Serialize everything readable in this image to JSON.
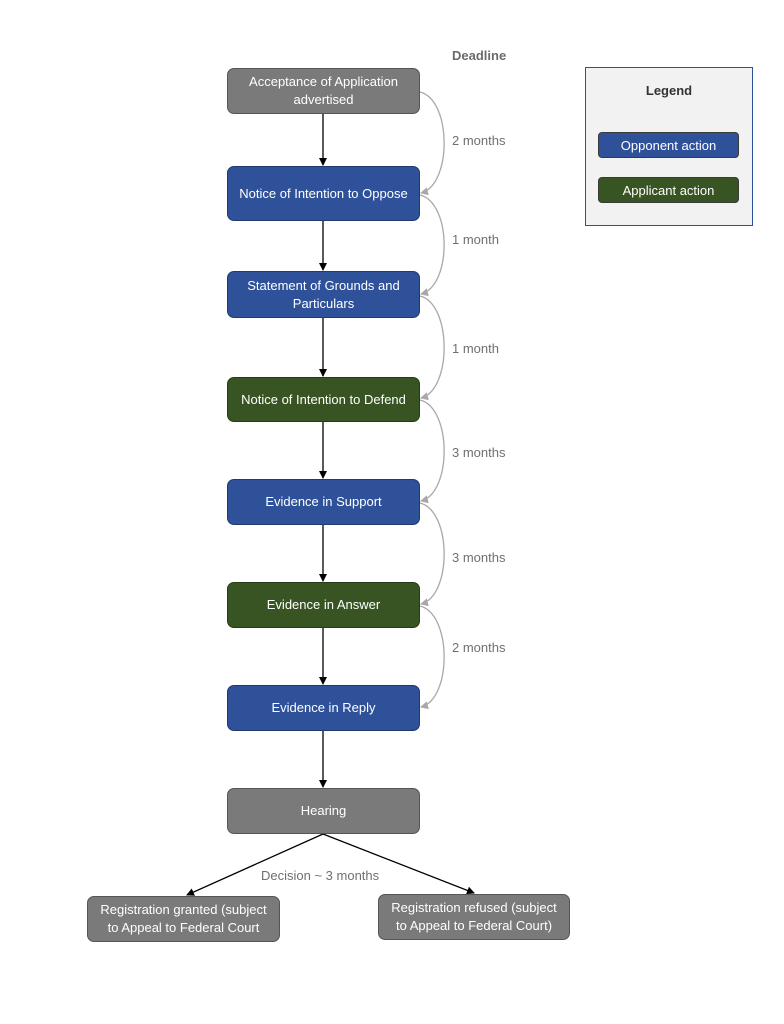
{
  "deadline_title": "Deadline",
  "nodes": [
    {
      "id": "acceptance",
      "label": "Acceptance of Application advertised"
    },
    {
      "id": "notice-intention-oppose",
      "label": "Notice of Intention to Oppose"
    },
    {
      "id": "statement-grounds",
      "label": "Statement of Grounds and Particulars"
    },
    {
      "id": "notice-intention-defend",
      "label": "Notice of Intention to Defend"
    },
    {
      "id": "evidence-support",
      "label": "Evidence in Support"
    },
    {
      "id": "evidence-answer",
      "label": "Evidence in Answer"
    },
    {
      "id": "evidence-reply",
      "label": "Evidence in Reply"
    },
    {
      "id": "hearing",
      "label": "Hearing"
    },
    {
      "id": "registration-granted",
      "label": "Registration granted (subject to Appeal to Federal Court"
    },
    {
      "id": "registration-refused",
      "label": "Registration refused (subject to Appeal to Federal Court)"
    }
  ],
  "intervals": [
    "2 months",
    "1 month",
    "1 month",
    "3 months",
    "3 months",
    "2 months"
  ],
  "decision_label": "Decision ~ 3 months",
  "legend": {
    "title": "Legend",
    "items": [
      {
        "label": "Opponent action",
        "color": "#2e5199"
      },
      {
        "label": "Applicant action",
        "color": "#375422"
      }
    ]
  },
  "colors": {
    "neutral": "#7a7a7a",
    "opponent": "#2e5199",
    "applicant": "#375422"
  }
}
